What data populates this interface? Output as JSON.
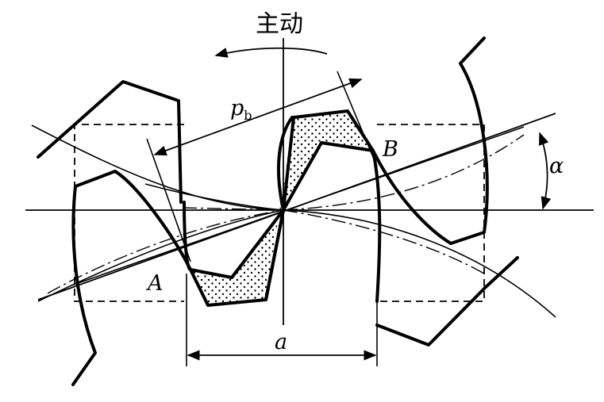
{
  "labels": {
    "driving": "主动",
    "base_pitch_symbol": "p",
    "base_pitch_subscript": "b",
    "point_a": "A",
    "point_b": "B",
    "distance_a": "a",
    "angle_alpha": "α"
  },
  "colors": {
    "stroke": "#000000",
    "background": "#ffffff"
  }
}
